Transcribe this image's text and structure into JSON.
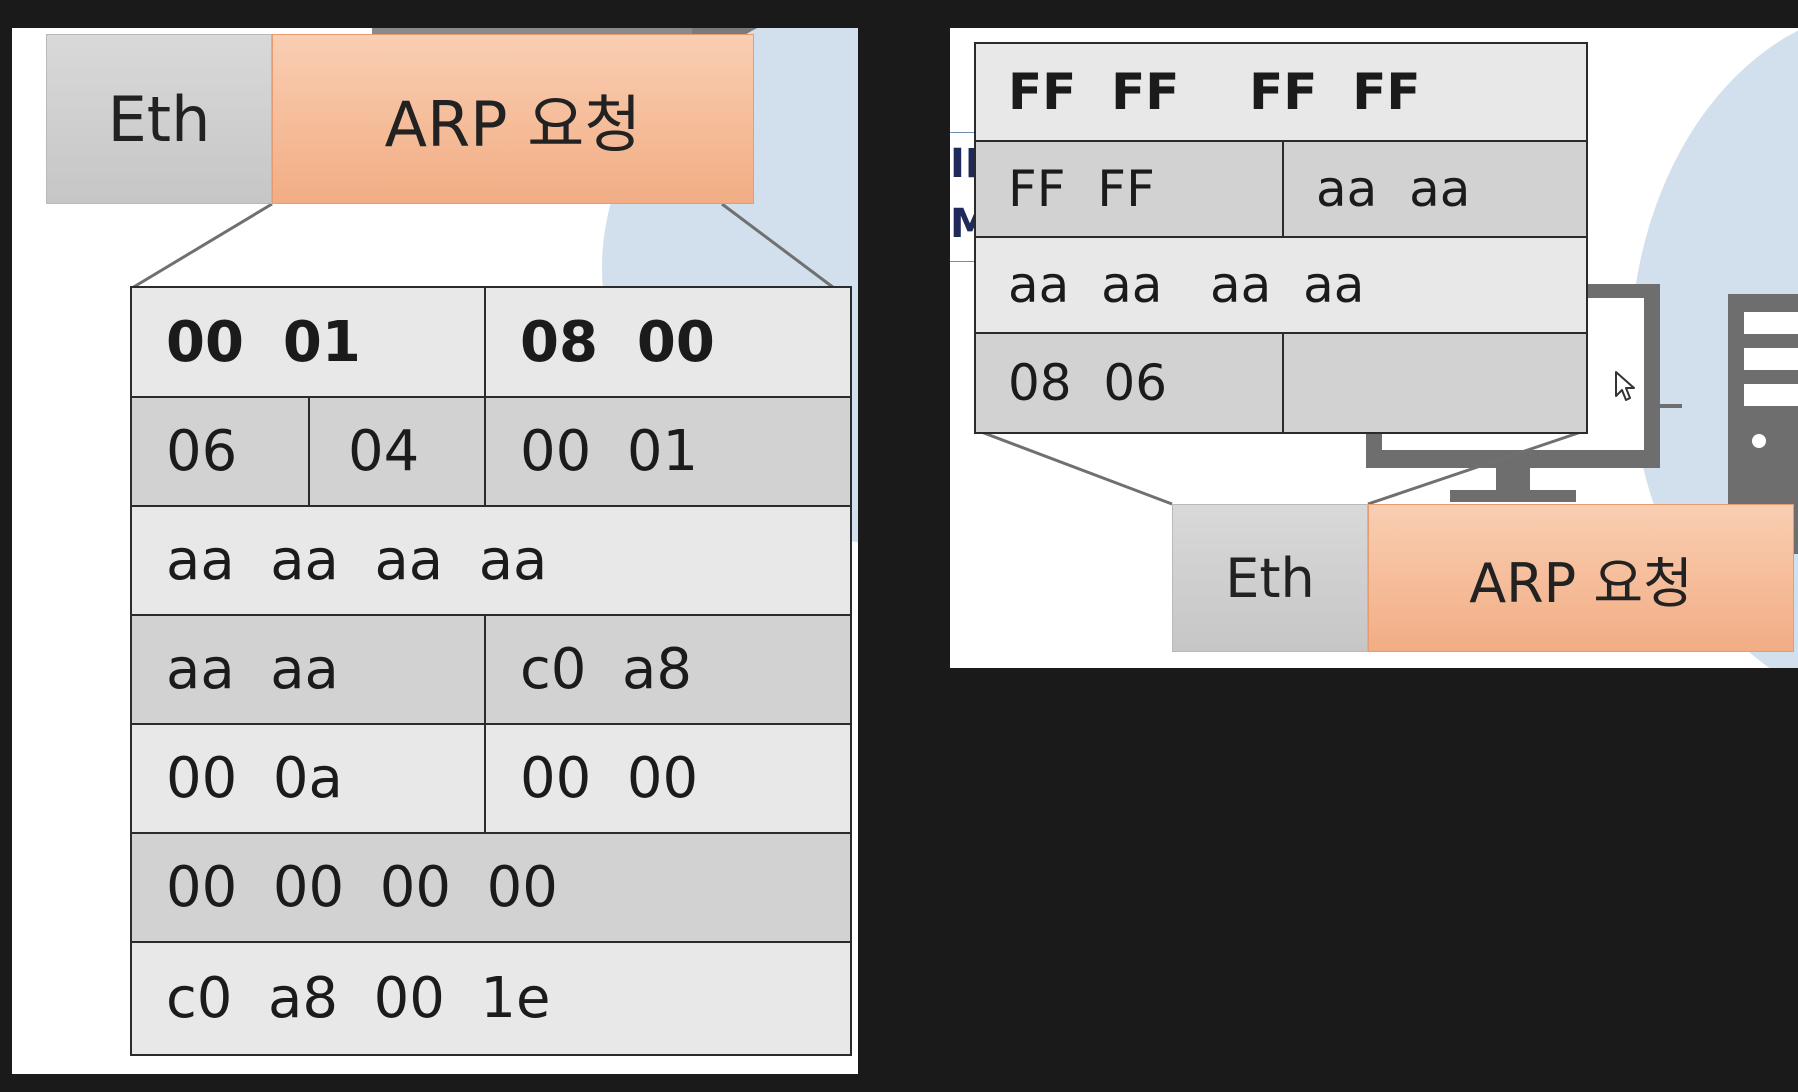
{
  "left": {
    "header": {
      "eth_label": "Eth",
      "arp_label": "ARP 요청"
    },
    "rows": [
      {
        "shade": "light",
        "bold": true,
        "cells": [
          "00  01",
          "08  00"
        ]
      },
      {
        "shade": "dark",
        "bold": false,
        "cells": [
          "06",
          "04",
          "00  01"
        ]
      },
      {
        "shade": "light",
        "bold": false,
        "cells": [
          "aa  aa  aa  aa"
        ]
      },
      {
        "shade": "dark",
        "bold": false,
        "cells": [
          "aa  aa",
          "c0  a8"
        ]
      },
      {
        "shade": "light",
        "bold": false,
        "cells": [
          "00  0a",
          "00  00"
        ]
      },
      {
        "shade": "dark",
        "bold": false,
        "cells": [
          "00  00  00  00"
        ]
      },
      {
        "shade": "light",
        "bold": false,
        "cells": [
          "c0  a8  00  1e"
        ]
      }
    ]
  },
  "right": {
    "header": {
      "eth_label": "Eth",
      "arp_label": "ARP 요청"
    },
    "rows": [
      {
        "shade": "light",
        "bold": true,
        "cells": [
          "FF  FF    FF  FF"
        ]
      },
      {
        "shade": "dark",
        "bold": false,
        "cells": [
          "FF  FF",
          "aa  aa"
        ]
      },
      {
        "shade": "light",
        "bold": false,
        "cells": [
          "aa  aa   aa  aa"
        ]
      },
      {
        "shade": "dark",
        "bold": false,
        "cells": [
          "08  06",
          ""
        ]
      }
    ],
    "partial_labels": [
      "IP",
      "M"
    ]
  },
  "colors": {
    "background": "#1a1a1a",
    "panel": "#ffffff",
    "row_light": "#e8e8e8",
    "row_dark": "#d2d2d2",
    "eth_fill": "#d0d0d0",
    "arp_fill": "#f5bd9b",
    "decor_circle": "#d2e0ee"
  },
  "icons": [
    "computer-monitor-icon",
    "computer-tower-icon",
    "mouse-cursor-icon"
  ]
}
